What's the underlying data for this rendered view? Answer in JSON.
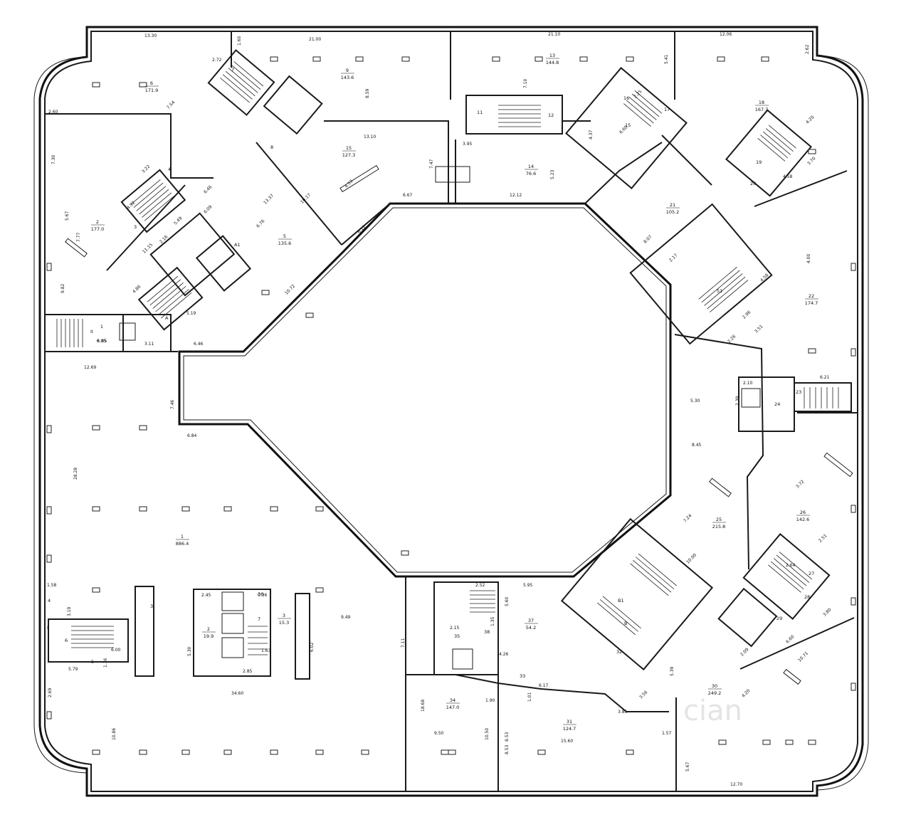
{
  "rooms": [
    {
      "no": "1",
      "area": "886.4"
    },
    {
      "no": "2",
      "area": "177.0"
    },
    {
      "no": "6",
      "area": "171.9"
    },
    {
      "no": "9",
      "area": "143.6"
    },
    {
      "no": "13",
      "area": "144.8"
    },
    {
      "no": "15",
      "area": "127.3"
    },
    {
      "no": "14",
      "area": "76.6"
    },
    {
      "no": "18",
      "area": "167.7"
    },
    {
      "no": "21",
      "area": "105.2"
    },
    {
      "no": "5",
      "area": "135.6"
    },
    {
      "no": "22",
      "area": "174.7"
    },
    {
      "no": "25",
      "area": "215.8"
    },
    {
      "no": "26",
      "area": "142.6"
    },
    {
      "no": "37",
      "area": "54.2"
    },
    {
      "no": "34",
      "area": "147.0"
    },
    {
      "no": "31",
      "area": "124.7"
    },
    {
      "no": "30",
      "area": "249.2"
    },
    {
      "no": "2",
      "area": "19.9"
    },
    {
      "no": "3",
      "area": "15.3"
    },
    {
      "no": "1",
      "area": "6.85"
    }
  ],
  "labels": [
    "7",
    "8",
    "4",
    "3",
    "A1",
    "A",
    "II",
    "11",
    "12",
    "16",
    "15",
    "17",
    "19",
    "20",
    "51",
    "23",
    "24",
    "36",
    "7",
    "38",
    "35",
    "33",
    "32",
    "B",
    "B1",
    "29",
    "27",
    "28",
    "4",
    "I",
    "6",
    "5",
    "3"
  ],
  "dimensions": [
    "13.30",
    "21.00",
    "21.10",
    "12.06",
    "1.60",
    "2.72",
    "7.54",
    "2.60",
    "7.30",
    "5.67",
    "7.77",
    "9.82",
    "3.22",
    "4.92",
    "6.46",
    "6.09",
    "11.15",
    "2.16",
    "4.86",
    "5.49",
    "6.76",
    "13.37",
    "10.17",
    "10.72",
    "5.19",
    "6.46",
    "3.11",
    "8.85",
    "8.59",
    "13.10",
    "7.47",
    "4.53",
    "6.12",
    "6.67",
    "3.95",
    "7.10",
    "12.12",
    "5.23",
    "5.41",
    "2.25",
    "4.37",
    "6.60",
    "4.20",
    "3.70",
    "4.58",
    "8.07",
    "2.17",
    "4.58",
    "4.00",
    "2.96",
    "3.51",
    "2.26",
    "2.10",
    "6.21",
    "2.39",
    "5.30",
    "8.45",
    "3.72",
    "7.24",
    "10.00",
    "2.51",
    "2.64",
    "6.60",
    "10.71",
    "3.80",
    "2.09",
    "5.39",
    "4.20",
    "3.56",
    "12.69",
    "7.46",
    "6.84",
    "28.28",
    "10.86",
    "2.69",
    "1.58",
    "3.19",
    "6.00",
    "5.79",
    "1.36",
    "2.45",
    "0.36",
    "5.30",
    "2.85",
    "1.63",
    "6.02",
    "9.49",
    "34.60",
    "7.11",
    "8.53",
    "2.52",
    "5.95",
    "5.60",
    "2.15",
    "1.35",
    "4.26",
    "6.17",
    "1.90",
    "1.01",
    "18.68",
    "9.50",
    "10.50",
    "8.53",
    "15.60",
    "3.85",
    "1.57",
    "5.67",
    "12.70",
    "2.62"
  ],
  "watermark": "cian"
}
